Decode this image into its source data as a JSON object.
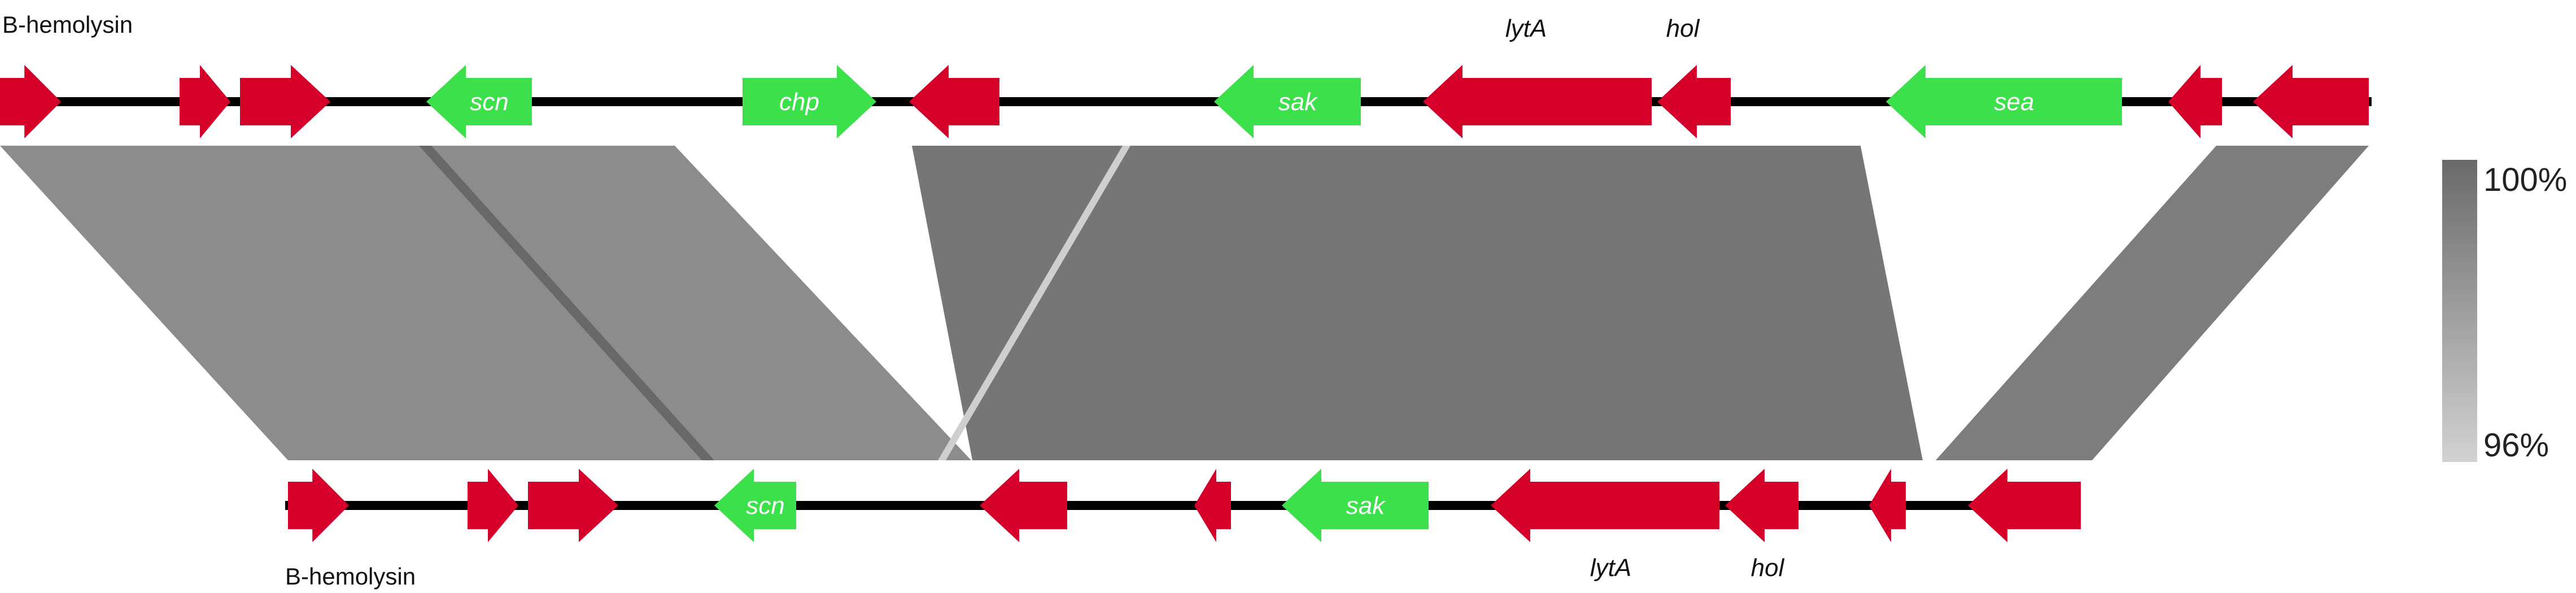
{
  "colors": {
    "green_gene": "#3ce04a",
    "red_gene": "#d5002a",
    "backbone": "#000000",
    "identity_high": "#6f6f6f",
    "identity_low": "#cfcfcf"
  },
  "top_track": {
    "label": "B-hemolysin",
    "genes": [
      {
        "id": "t1",
        "name": "",
        "color": "red",
        "strand": "+"
      },
      {
        "id": "t2",
        "name": "",
        "color": "red",
        "strand": "+"
      },
      {
        "id": "t3",
        "name": "",
        "color": "red",
        "strand": "+"
      },
      {
        "id": "t4",
        "name": "scn",
        "color": "green",
        "strand": "-"
      },
      {
        "id": "t5",
        "name": "chp",
        "color": "green",
        "strand": "+"
      },
      {
        "id": "t6",
        "name": "",
        "color": "red",
        "strand": "-"
      },
      {
        "id": "t7",
        "name": "sak",
        "color": "green",
        "strand": "-"
      },
      {
        "id": "t8",
        "name": "lytA",
        "color": "red",
        "strand": "-"
      },
      {
        "id": "t9",
        "name": "hol",
        "color": "red",
        "strand": "-"
      },
      {
        "id": "t10",
        "name": "sea",
        "color": "green",
        "strand": "-"
      },
      {
        "id": "t11",
        "name": "",
        "color": "red",
        "strand": "-"
      },
      {
        "id": "t12",
        "name": "",
        "color": "red",
        "strand": "-"
      }
    ]
  },
  "bottom_track": {
    "label": "B-hemolysin",
    "genes": [
      {
        "id": "b1",
        "name": "",
        "color": "red",
        "strand": "+"
      },
      {
        "id": "b2",
        "name": "",
        "color": "red",
        "strand": "+"
      },
      {
        "id": "b3",
        "name": "",
        "color": "red",
        "strand": "+"
      },
      {
        "id": "b4",
        "name": "scn",
        "color": "green",
        "strand": "-"
      },
      {
        "id": "b5",
        "name": "",
        "color": "red",
        "strand": "-"
      },
      {
        "id": "b6",
        "name": "",
        "color": "red",
        "strand": "-"
      },
      {
        "id": "b7",
        "name": "sak",
        "color": "green",
        "strand": "-"
      },
      {
        "id": "b8",
        "name": "lytA",
        "color": "red",
        "strand": "-"
      },
      {
        "id": "b9",
        "name": "hol",
        "color": "red",
        "strand": "-"
      },
      {
        "id": "b10",
        "name": "",
        "color": "red",
        "strand": "-"
      },
      {
        "id": "b11",
        "name": "",
        "color": "red",
        "strand": "-"
      }
    ]
  },
  "legend": {
    "max_label": "100%",
    "min_label": "96%"
  }
}
